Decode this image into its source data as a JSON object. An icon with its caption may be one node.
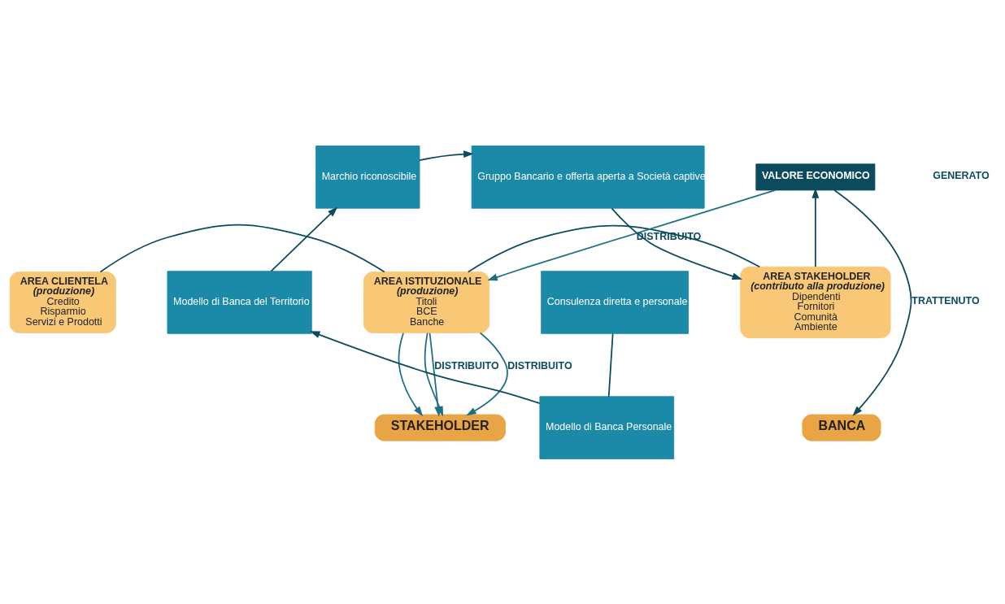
{
  "diagram": {
    "nodes": [
      {
        "text": [
          "Marchio riconoscibile"
        ]
      },
      {
        "text": [
          "Gruppo Bancario e offerta aperta a Società captive"
        ]
      },
      {
        "text": [
          "AREA CLIENTELA",
          "(produzione)",
          "Credito",
          "Risparmio",
          "Servizi e Prodotti"
        ]
      },
      {
        "text": [
          "Modello di Banca del Territorio"
        ]
      },
      {
        "text": [
          "AREA ISTITUZIONALE",
          "(produzione)",
          "Titoli",
          "BCE",
          "Banche"
        ]
      },
      {
        "text": [
          "Consulenza diretta e personale"
        ]
      },
      {
        "text": [
          "AREA STAKEHOLDER",
          "(contributo alla produzione)",
          "Dipendenti",
          "Fornitori",
          "Comunità",
          "Ambiente"
        ]
      },
      {
        "text": [
          "Modello di Banca Personale"
        ]
      },
      {
        "text": [
          "STAKEHOLDER"
        ]
      },
      {
        "text": [
          "BANCA"
        ]
      },
      {
        "text": [
          "VALORE ECONOMICO"
        ]
      }
    ],
    "edges": [
      {
        "from": 3,
        "to": 0,
        "arrow": "to"
      },
      {
        "from": 0,
        "to": 1,
        "arrow": "to"
      },
      {
        "from": 1,
        "to": 6,
        "arrow": "to"
      },
      {
        "from": 5,
        "to": 7,
        "arrow": "none"
      },
      {
        "from": 7,
        "to": 3,
        "arrow": "to"
      },
      {
        "from": 2,
        "to": 4,
        "arrow": "none"
      },
      {
        "from": 4,
        "to": 6,
        "arrow": "none"
      },
      {
        "from": 6,
        "to": 10,
        "arrow": "to"
      },
      {
        "from": 10,
        "to": 9,
        "label": "TRATTENUTO",
        "arrow": "to"
      },
      {
        "from": 10,
        "to": 4,
        "label": "DISTRIBUITO",
        "arrow": "to",
        "color": "#1d6f86"
      },
      {
        "from": 4,
        "to": 8,
        "label": "DISTRIBUITO",
        "arrow": "to",
        "color": "#1d6f86"
      },
      {
        "from": 4,
        "to": 8,
        "arrow": "to",
        "color": "#1d6f86"
      },
      {
        "from": 4,
        "to": 8,
        "arrow": "to",
        "color": "#1d6f86"
      },
      {
        "from": 4,
        "to": 8,
        "label": "DISTRIBUITO",
        "arrow": "to",
        "color": "#1d6f86"
      }
    ],
    "labels": [
      "GENERATO"
    ]
  }
}
